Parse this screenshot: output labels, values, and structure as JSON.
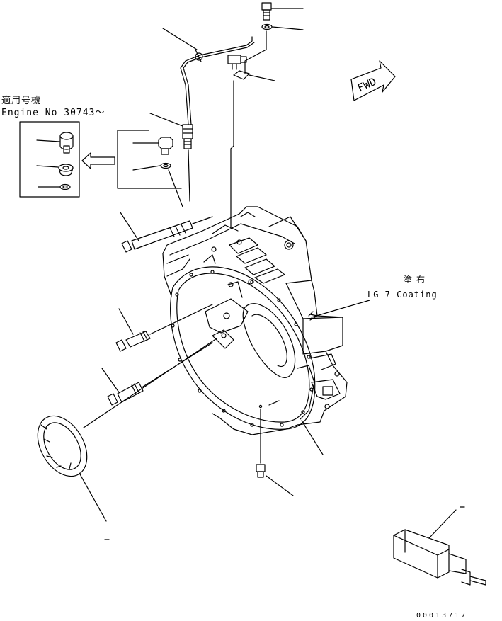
{
  "applicability_note": {
    "japanese": "適用号機",
    "english": "Engine No 30743～"
  },
  "coating_note": {
    "japanese": "塗布",
    "english": "LG-7 Coating"
  },
  "direction_arrow": {
    "label": "FWD"
  },
  "drawing_number": "00013717"
}
